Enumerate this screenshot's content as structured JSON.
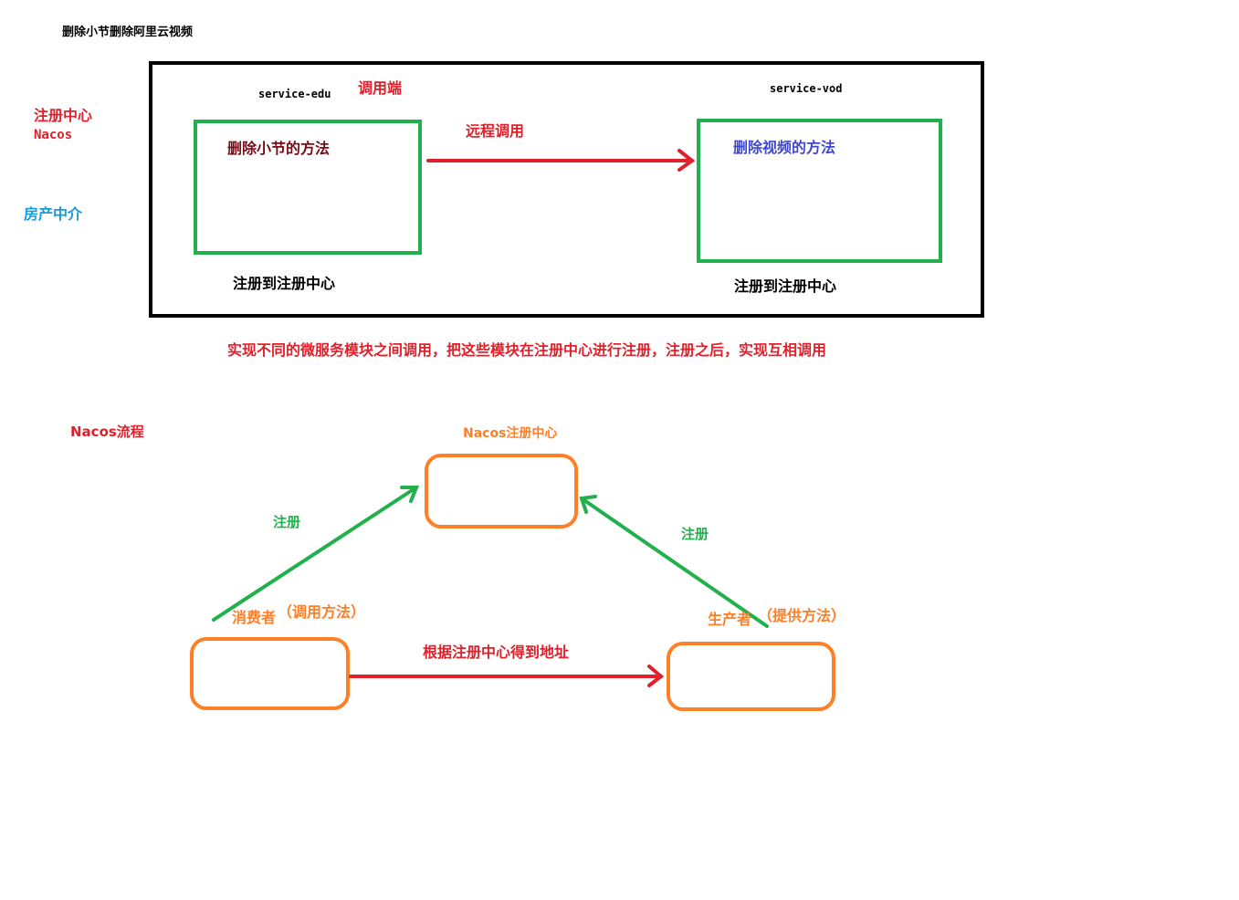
{
  "header": {
    "title": "删除小节删除阿里云视频"
  },
  "colors": {
    "black": "#000000",
    "red": "#e0202a",
    "green": "#22b04c",
    "orange": "#ff7f27",
    "blue": "#3f48cc",
    "darkred": "#7a0a14",
    "cyan": "#1a9ad8"
  },
  "side": {
    "registry_label": "注册中心",
    "nacos_label": "Nacos",
    "analogy_label": "房产中介"
  },
  "top_diagram": {
    "edu_service": "service-edu",
    "caller_label": "调用端",
    "vod_service": "service-vod",
    "edu_method": "删除小节的方法",
    "vod_method": "删除视频的方法",
    "remote_call": "远程调用",
    "edu_register": "注册到注册中心",
    "vod_register": "注册到注册中心"
  },
  "summary": "实现不同的微服务模块之间调用，把这些模块在注册中心进行注册，注册之后，实现互相调用",
  "flow": {
    "title": "Nacos流程",
    "registry": "Nacos注册中心",
    "register_left": "注册",
    "register_right": "注册",
    "consumer": "消费者",
    "consumer_note": "（调用方法）",
    "producer": "生产者",
    "producer_note": "（提供方法）",
    "lookup": "根据注册中心得到地址"
  }
}
